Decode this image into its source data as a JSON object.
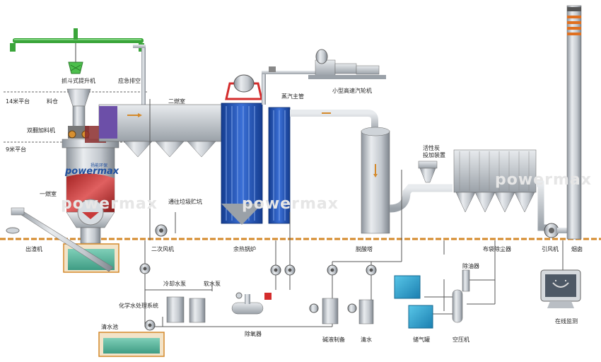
{
  "labels": {
    "grab_bucket_crane": "抓斗式提升机",
    "emergency_vent": "应急排空",
    "platform_14m": "14米平台",
    "hopper": "料仓",
    "dual_feeder": "双翻加料机",
    "platform_9m": "9米平台",
    "secondary_chamber": "二燃室",
    "primary_chamber": "一燃室",
    "to_storage_pit": "通往垃圾贮坑",
    "steam_main": "蒸汽主管",
    "small_turbine": "小型高速汽轮机",
    "activated_carbon": "活性炭\n投加装置",
    "ash_removal": "出渣机",
    "secondary_fan": "二次风机",
    "waste_heat_boiler": "余热锅炉",
    "deacid_tower": "脱酸塔",
    "bag_filter": "布袋除尘器",
    "induced_fan": "引风机",
    "chimney": "烟囱",
    "cooling_pump": "冷却水泵",
    "soft_water_pump": "软水泵",
    "oil_remover": "除油器",
    "chem_water": "化学水处理系统",
    "deaerator": "除氧器",
    "clear_pool": "清水池",
    "alkali_prep": "碱液制备",
    "clear_water": "清水",
    "gas_tank": "储气罐",
    "air_compressor": "空压机",
    "online_monitor": "在线监测"
  },
  "brand": {
    "name": "powermax",
    "cn": "扬能环保"
  },
  "colors": {
    "process_line": "#d4892a",
    "boiler_blue": "#1e4fb0",
    "water": "#5ab7a0",
    "steel": "#c9cdd3",
    "green_crane": "#3aa53a",
    "fire_red": "#c83a3a"
  }
}
